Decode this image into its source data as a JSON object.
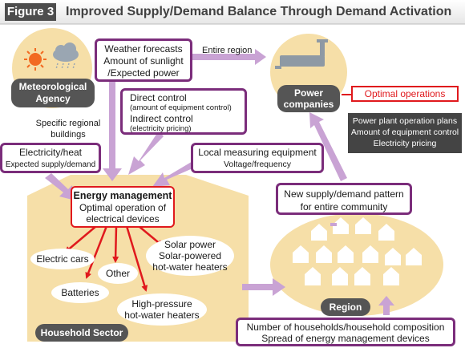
{
  "header": {
    "badge": "Figure 3",
    "title": "Improved Supply/Demand Balance Through Demand Activation"
  },
  "met": {
    "label_1": "Meteorological",
    "label_2": "Agency"
  },
  "weather": {
    "line1": "Weather forecasts",
    "line2": "Amount of sunlight",
    "line3": "/Expected power"
  },
  "entire_region": "Entire region",
  "power": {
    "label_1": "Power",
    "label_2": "companies"
  },
  "optimal_ops": "Optimal operations",
  "power_details": {
    "line1": "Power plant operation plans",
    "line2": "Amount of equipment control",
    "line3": "Electricity pricing"
  },
  "control": {
    "direct": "Direct control",
    "direct_sub": "(amount of equipment control)",
    "indirect": "Indirect control",
    "indirect_sub": "(electricity pricing)"
  },
  "specific": {
    "line1": "Specific regional",
    "line2": "buildings"
  },
  "elec_heat": {
    "line1": "Electricity/heat",
    "line2": "Expected supply/demand"
  },
  "local": {
    "line1": "Local measuring equipment",
    "line2": "Voltage/frequency"
  },
  "new_pattern": {
    "line1": "New supply/demand pattern",
    "line2": "for entire community"
  },
  "em": {
    "title": "Energy management",
    "line1": "Optimal operation of",
    "line2": "electrical devices"
  },
  "devices": {
    "electric_cars": "Electric cars",
    "other": "Other",
    "batteries": "Batteries",
    "solar_1": "Solar power",
    "solar_2": "Solar-powered",
    "solar_3": "hot-water heaters",
    "hp_1": "High-pressure",
    "hp_2": "hot-water heaters"
  },
  "household_sector": "Household Sector",
  "region": "Region",
  "households": {
    "line1": "Number of households/household composition",
    "line2": "Spread of energy management devices"
  },
  "colors": {
    "purple": "#7b2d7b",
    "lavender": "#c9a3d4",
    "beige": "#f6dfa8",
    "red": "#e0191d",
    "gray": "#555555"
  }
}
